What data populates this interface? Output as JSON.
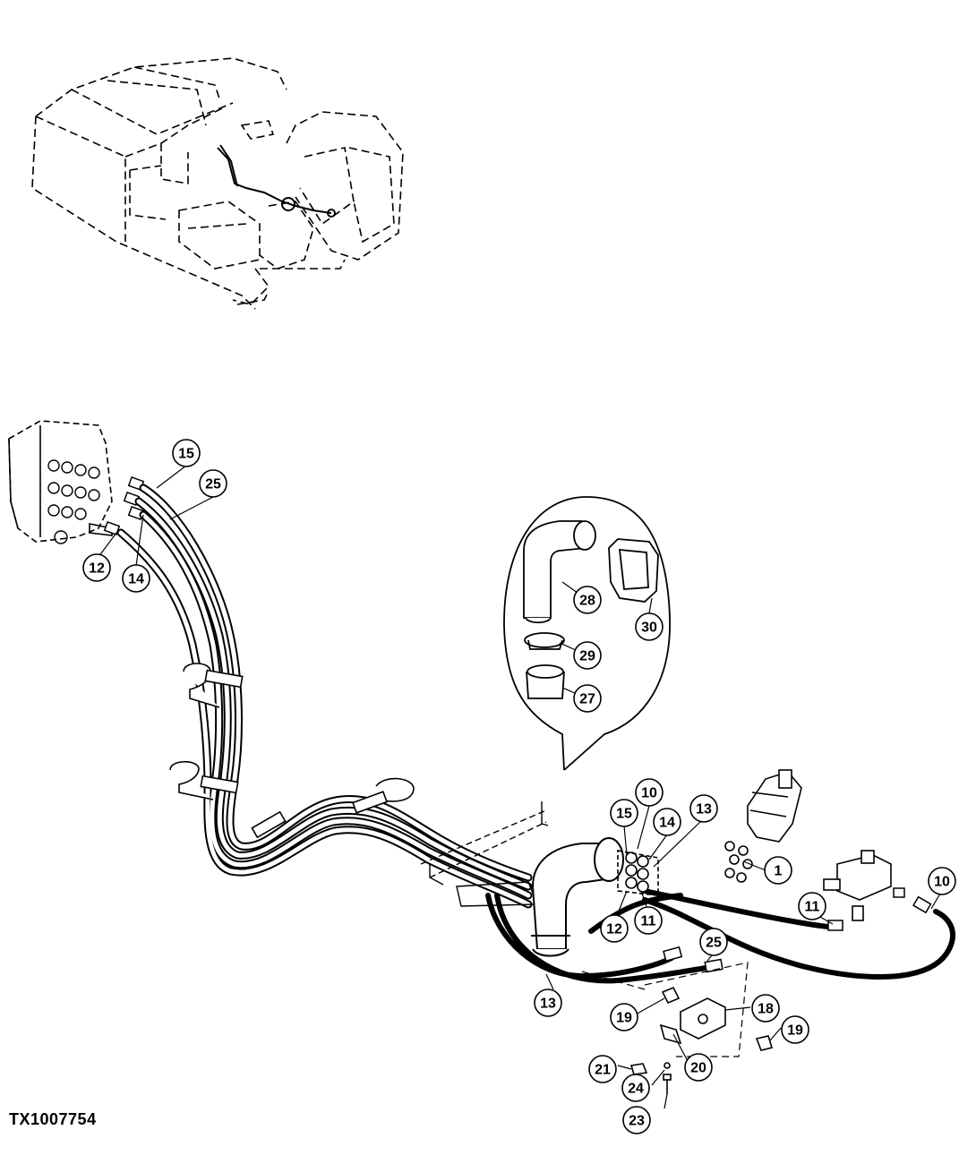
{
  "figure_id": "TX1007754",
  "callouts": [
    {
      "id": "c15a",
      "label": "15"
    },
    {
      "id": "c25a",
      "label": "25"
    },
    {
      "id": "c12a",
      "label": "12"
    },
    {
      "id": "c14a",
      "label": "14"
    },
    {
      "id": "c28",
      "label": "28"
    },
    {
      "id": "c30",
      "label": "30"
    },
    {
      "id": "c29",
      "label": "29"
    },
    {
      "id": "c27",
      "label": "27"
    },
    {
      "id": "c10a",
      "label": "10"
    },
    {
      "id": "c15b",
      "label": "15"
    },
    {
      "id": "c13a",
      "label": "13"
    },
    {
      "id": "c14b",
      "label": "14"
    },
    {
      "id": "c1",
      "label": "1"
    },
    {
      "id": "c10b",
      "label": "10"
    },
    {
      "id": "c11a",
      "label": "11"
    },
    {
      "id": "c12b",
      "label": "12"
    },
    {
      "id": "c11b",
      "label": "11"
    },
    {
      "id": "c25b",
      "label": "25"
    },
    {
      "id": "c13b",
      "label": "13"
    },
    {
      "id": "c18",
      "label": "18"
    },
    {
      "id": "c19a",
      "label": "19"
    },
    {
      "id": "c19b",
      "label": "19"
    },
    {
      "id": "c21",
      "label": "21"
    },
    {
      "id": "c20",
      "label": "20"
    },
    {
      "id": "c24",
      "label": "24"
    },
    {
      "id": "c23",
      "label": "23"
    }
  ]
}
